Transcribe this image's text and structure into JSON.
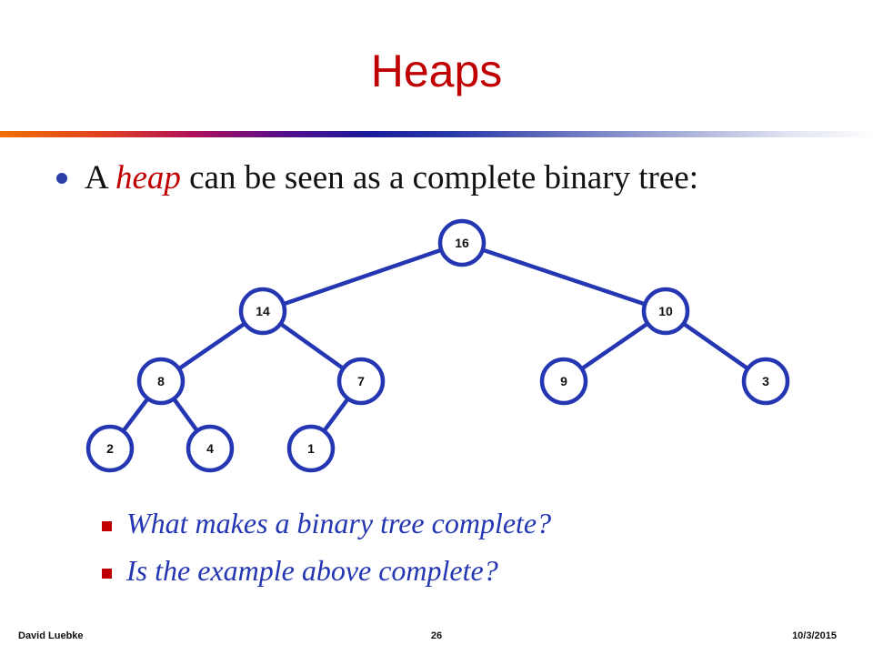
{
  "slide": {
    "title": "Heaps",
    "bullet": {
      "prefix": "A ",
      "emphasis": "heap",
      "suffix": " can be seen as a complete binary tree:"
    },
    "sub_bullets": [
      "What makes a binary tree complete?",
      "Is the example above complete?"
    ],
    "footer": {
      "author": "David Luebke",
      "page": "26",
      "date": "10/3/2015"
    },
    "colors": {
      "title": "#c00000",
      "tree": "#2436b2",
      "sub_bullet_text": "#2436b2",
      "sub_bullet_marker": "#c00000"
    }
  },
  "tree": {
    "nodes": [
      {
        "id": "n16",
        "label": "16"
      },
      {
        "id": "n14",
        "label": "14"
      },
      {
        "id": "n10",
        "label": "10"
      },
      {
        "id": "n8",
        "label": "8"
      },
      {
        "id": "n7",
        "label": "7"
      },
      {
        "id": "n9",
        "label": "9"
      },
      {
        "id": "n3",
        "label": "3"
      },
      {
        "id": "n2",
        "label": "2"
      },
      {
        "id": "n4",
        "label": "4"
      },
      {
        "id": "n1",
        "label": "1"
      }
    ],
    "edges": [
      [
        "n16",
        "n14"
      ],
      [
        "n16",
        "n10"
      ],
      [
        "n14",
        "n8"
      ],
      [
        "n14",
        "n7"
      ],
      [
        "n10",
        "n9"
      ],
      [
        "n10",
        "n3"
      ],
      [
        "n8",
        "n2"
      ],
      [
        "n8",
        "n4"
      ],
      [
        "n7",
        "n1"
      ]
    ]
  }
}
